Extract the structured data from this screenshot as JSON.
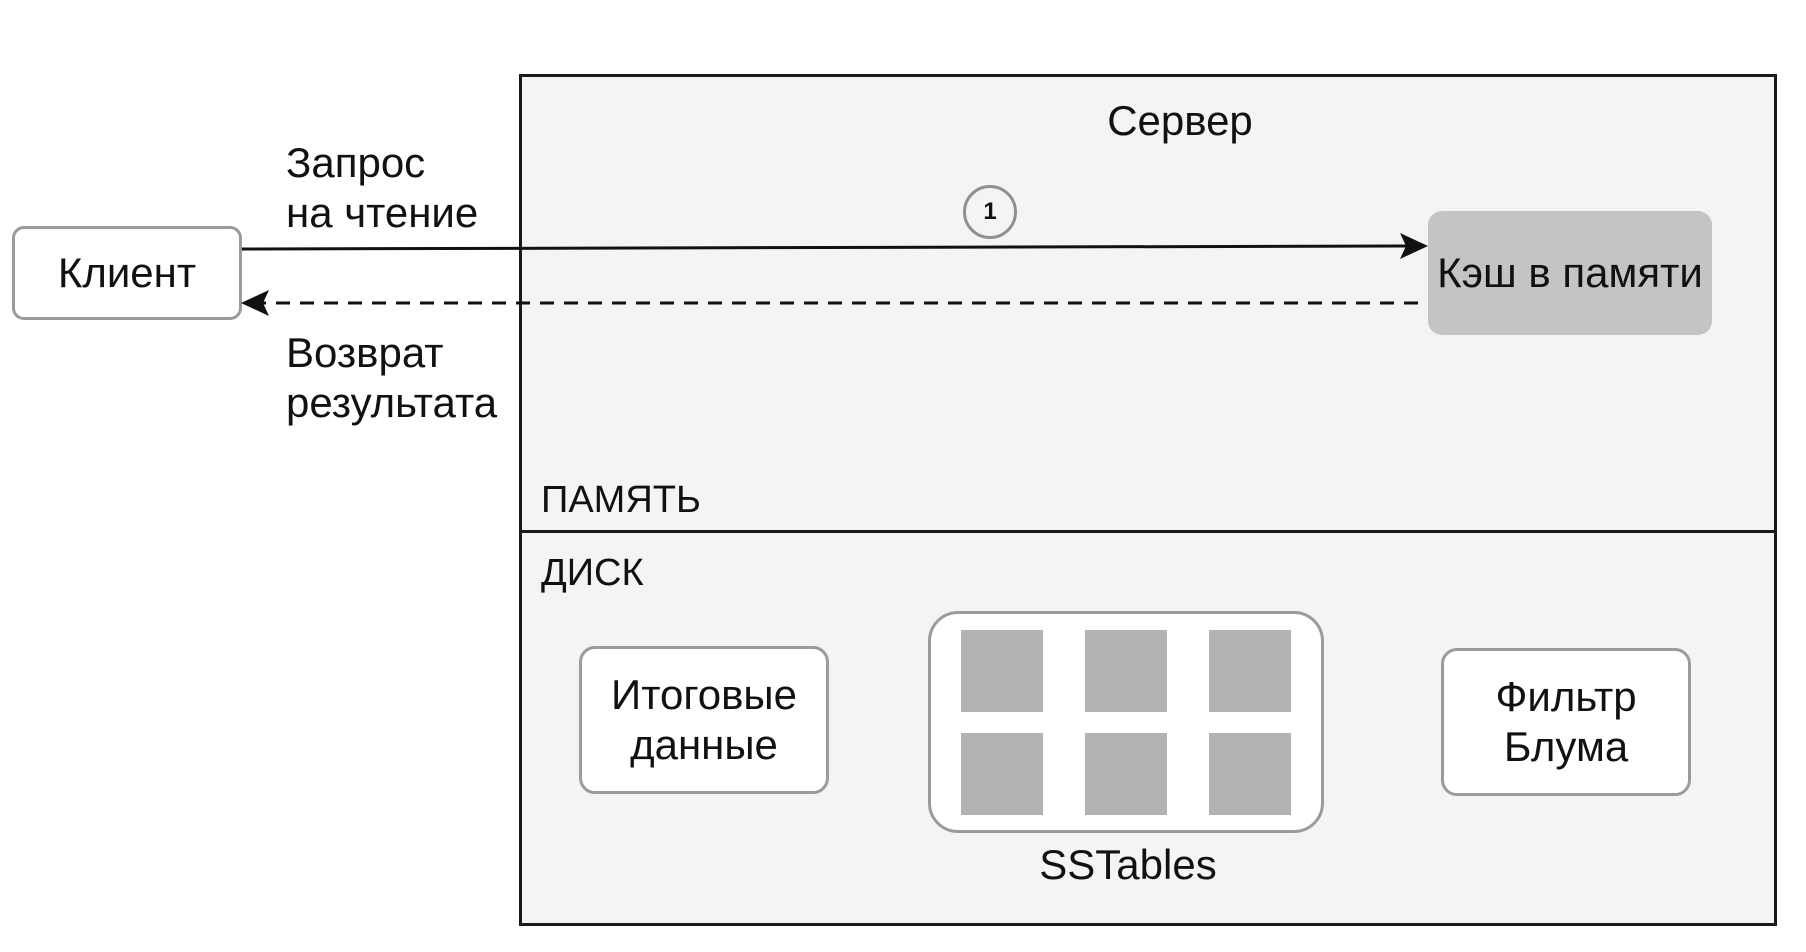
{
  "server": {
    "title": "Сервер",
    "memory_label": "ПАМЯТЬ",
    "disk_label": "ДИСК"
  },
  "client": {
    "label": "Клиент"
  },
  "cache": {
    "label": "Кэш в памяти"
  },
  "flows": {
    "request_label": "Запрос\nна чтение",
    "return_label": "Возврат\nрезультата",
    "step_number": "1"
  },
  "disk": {
    "summary_label": "Итоговые\nданные",
    "sstables_label": "SSTables",
    "bloom_filter_label": "Фильтр\nБлума"
  },
  "colors": {
    "server_fill": "#f5f4f2",
    "server_border": "#1a1a1a",
    "box_border": "#9b9b9b",
    "cache_fill": "#c4c4c4",
    "sstable_fill": "#b3b3b3"
  }
}
